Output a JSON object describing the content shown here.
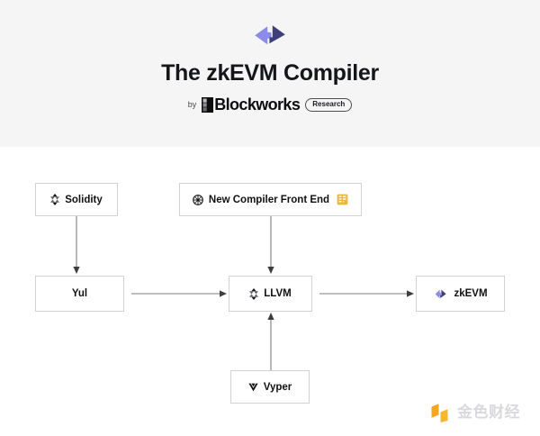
{
  "header": {
    "logo_icon": "double-arrow-logo",
    "title": "The zkEVM Compiler",
    "byline_prefix": "by",
    "brand_name": "Blockworks",
    "brand_mark_icon": "blockworks-b-mark",
    "pill_label": "Research",
    "background_color": "#f5f5f6",
    "logo_color_left": "#8b8ce8",
    "logo_color_right": "#3c3f7a"
  },
  "diagram": {
    "nodes": [
      {
        "id": "solidity",
        "label": "Solidity",
        "icon": "solidity-logo-icon",
        "trailing_icon": null
      },
      {
        "id": "frontend",
        "label": "New Compiler Front End",
        "icon": "wheel-gear-icon",
        "trailing_icon": "yellow-scroll-icon"
      },
      {
        "id": "yul",
        "label": "Yul",
        "icon": null,
        "trailing_icon": null
      },
      {
        "id": "llvm",
        "label": "LLVM",
        "icon": "solidity-logo-icon",
        "trailing_icon": null
      },
      {
        "id": "zkevm",
        "label": "zkEVM",
        "icon": "double-arrow-icon",
        "trailing_icon": null
      },
      {
        "id": "vyper",
        "label": "Vyper",
        "icon": "vyper-chevron-icon",
        "trailing_icon": null
      }
    ],
    "edges": [
      {
        "from": "solidity",
        "to": "yul",
        "direction": "down"
      },
      {
        "from": "frontend",
        "to": "llvm",
        "direction": "down"
      },
      {
        "from": "yul",
        "to": "llvm",
        "direction": "right"
      },
      {
        "from": "llvm",
        "to": "zkevm",
        "direction": "right"
      },
      {
        "from": "vyper",
        "to": "llvm",
        "direction": "up"
      }
    ],
    "node_border_color": "#d2d2d4",
    "connector_color": "#7c7c80"
  },
  "watermark": {
    "text": "金色财经",
    "icon": "jinse-logo-icon",
    "icon_color": "#f5a623",
    "text_color": "#d9d9db"
  }
}
